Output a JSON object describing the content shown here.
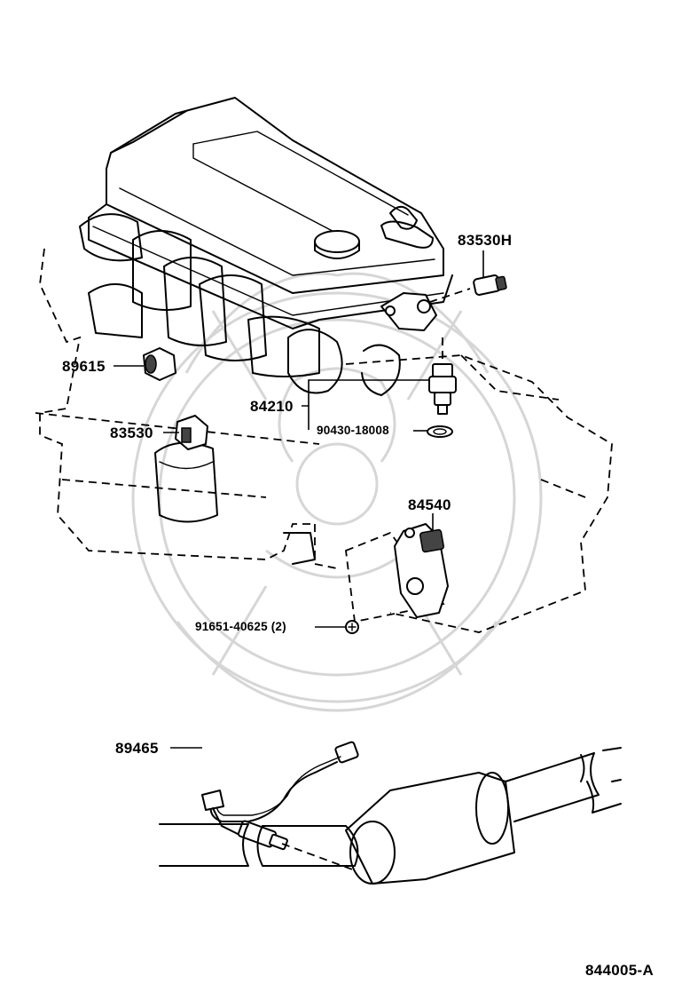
{
  "diagram": {
    "callouts": [
      {
        "id": "83530H",
        "label": "83530H"
      },
      {
        "id": "89615",
        "label": "89615"
      },
      {
        "id": "84210",
        "label": "84210"
      },
      {
        "id": "90430-18008",
        "label": "90430-18008"
      },
      {
        "id": "83530",
        "label": "83530"
      },
      {
        "id": "84540",
        "label": "84540"
      },
      {
        "id": "91651-40625",
        "label": "91651-40625 (2)"
      },
      {
        "id": "89465",
        "label": "89465"
      }
    ],
    "figure_code": "844005-A"
  }
}
